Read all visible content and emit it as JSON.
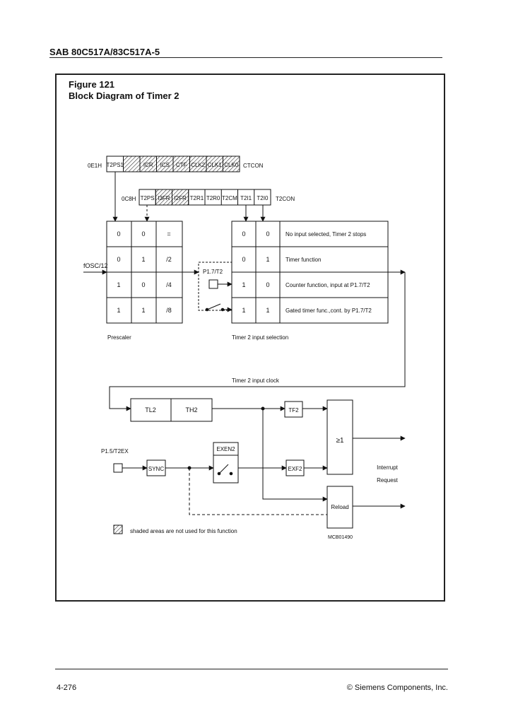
{
  "header": {
    "title": "SAB 80C517A/83C517A-5"
  },
  "figure": {
    "number": "Figure 121",
    "title": "Block Diagram of Timer 2"
  },
  "ctcon": {
    "address": "0E1H",
    "name": "CTCON",
    "bits": [
      "T2PS1",
      "",
      "ICR",
      "ICS",
      "CTF",
      "CLK2",
      "CLK1",
      "CLK0"
    ]
  },
  "t2con": {
    "address": "0C8H",
    "name": "T2CON",
    "bits": [
      "T2PS",
      "I3FR",
      "I2FR",
      "T2R1",
      "T2R0",
      "T2CM",
      "T2I1",
      "T2I0"
    ]
  },
  "prescaler": {
    "input": "fOSC/12",
    "rows": [
      [
        "0",
        "0",
        "="
      ],
      [
        "0",
        "1",
        "/2"
      ],
      [
        "1",
        "0",
        "/4"
      ],
      [
        "1",
        "1",
        "/8"
      ]
    ],
    "label": "Prescaler"
  },
  "input_selection": {
    "rows": [
      [
        "0",
        "0",
        "No input selected, Timer 2 stops"
      ],
      [
        "0",
        "1",
        "Timer function"
      ],
      [
        "1",
        "0",
        "Counter function, input at P1.7/T2"
      ],
      [
        "1",
        "1",
        "Gated timer func.,cont. by P1.7/T2"
      ]
    ],
    "label": "Timer 2 input selection"
  },
  "pin_t2": "P1.7/T2",
  "clock_label": "Timer 2 input clock",
  "timer": {
    "tl2": "TL2",
    "th2": "TH2"
  },
  "flags": {
    "tf2": "TF2",
    "exf2": "EXF2"
  },
  "or_gate": "≥1",
  "interrupt_label": [
    "Interrupt",
    "Request"
  ],
  "reload": "Reload",
  "t2ex": {
    "pin": "P1.5/T2EX",
    "sync": "SYNC",
    "exen2": "EXEN2"
  },
  "legend": "shaded areas are not used for this function",
  "code": "MCB01490",
  "footer": {
    "page": "4-276",
    "copyright": "© Siemens Components, Inc."
  }
}
